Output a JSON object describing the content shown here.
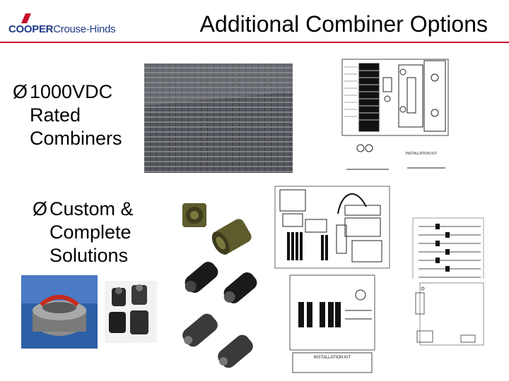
{
  "header": {
    "logo_brand": "COOPER",
    "logo_sub": "Crouse-Hinds",
    "title": "Additional Combiner Options"
  },
  "bullets": [
    {
      "arrow": "Ø",
      "line1": "1000VDC",
      "line2": "Rated",
      "line3": "Combiners"
    },
    {
      "arrow": "Ø",
      "line1": "Custom &",
      "line2": "Complete",
      "line3": "Solutions"
    }
  ],
  "drawing_labels": {
    "installation_kit_1": "INSTALLATION KIT",
    "installation_kit_2": "INSTALLATION KIT"
  },
  "colors": {
    "accent_red": "#c8102e",
    "brand_blue": "#1f3b87"
  }
}
